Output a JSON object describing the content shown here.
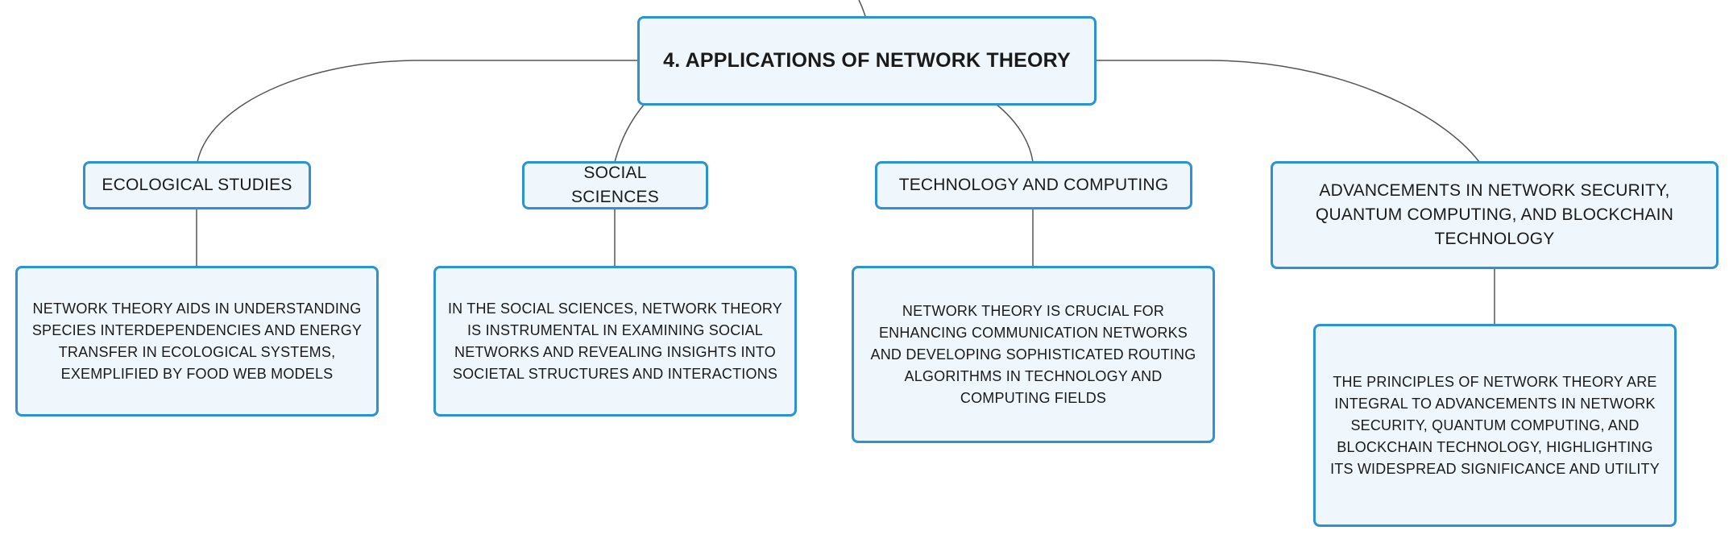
{
  "diagram": {
    "root": {
      "label": "4. APPLICATIONS OF NETWORK THEORY"
    },
    "branches": [
      {
        "label": "ECOLOGICAL STUDIES",
        "detail": "NETWORK THEORY AIDS IN UNDERSTANDING SPECIES INTERDEPENDENCIES AND ENERGY TRANSFER IN ECOLOGICAL SYSTEMS, EXEMPLIFIED BY FOOD WEB MODELS"
      },
      {
        "label": "SOCIAL SCIENCES",
        "detail": "IN THE SOCIAL SCIENCES, NETWORK THEORY IS INSTRUMENTAL IN EXAMINING SOCIAL NETWORKS AND REVEALING INSIGHTS INTO SOCIETAL STRUCTURES AND INTERACTIONS"
      },
      {
        "label": "TECHNOLOGY AND COMPUTING",
        "detail": "NETWORK THEORY IS CRUCIAL FOR ENHANCING COMMUNICATION NETWORKS AND DEVELOPING SOPHISTICATED ROUTING ALGORITHMS IN TECHNOLOGY AND COMPUTING FIELDS"
      },
      {
        "label": "ADVANCEMENTS IN NETWORK SECURITY, QUANTUM COMPUTING, AND BLOCKCHAIN TECHNOLOGY",
        "detail": "THE PRINCIPLES OF NETWORK THEORY ARE INTEGRAL TO ADVANCEMENTS IN NETWORK SECURITY, QUANTUM COMPUTING, AND BLOCKCHAIN TECHNOLOGY, HIGHLIGHTING ITS WIDESPREAD SIGNIFICANCE AND UTILITY"
      }
    ],
    "colors": {
      "border": "#2b93d1",
      "fill": "#eff7fc",
      "connector": "#555555"
    }
  }
}
